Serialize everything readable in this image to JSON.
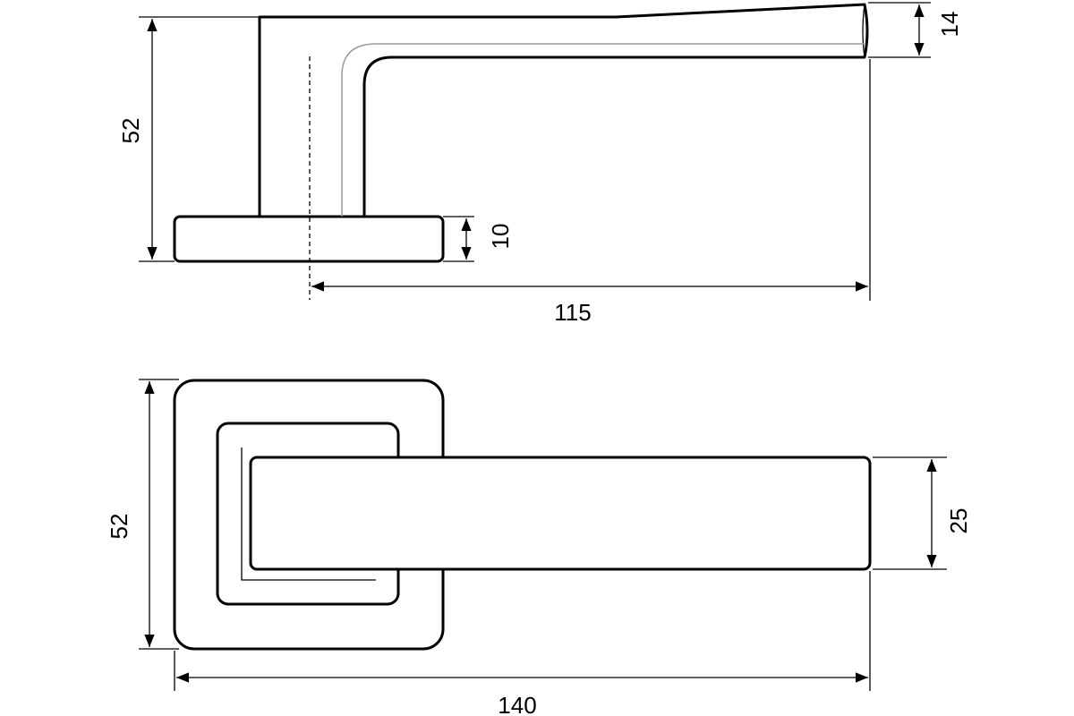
{
  "diagram": {
    "side_view": {
      "height_label": "52",
      "tip_thickness_label": "14",
      "rosette_thickness_label": "10",
      "projection_label": "115"
    },
    "front_view": {
      "rosette_size_label": "52",
      "lever_width_label": "25",
      "overall_length_label": "140"
    },
    "colors": {
      "line": "#000000",
      "inner_contour": "#9a9a9a",
      "background": "#ffffff"
    }
  }
}
